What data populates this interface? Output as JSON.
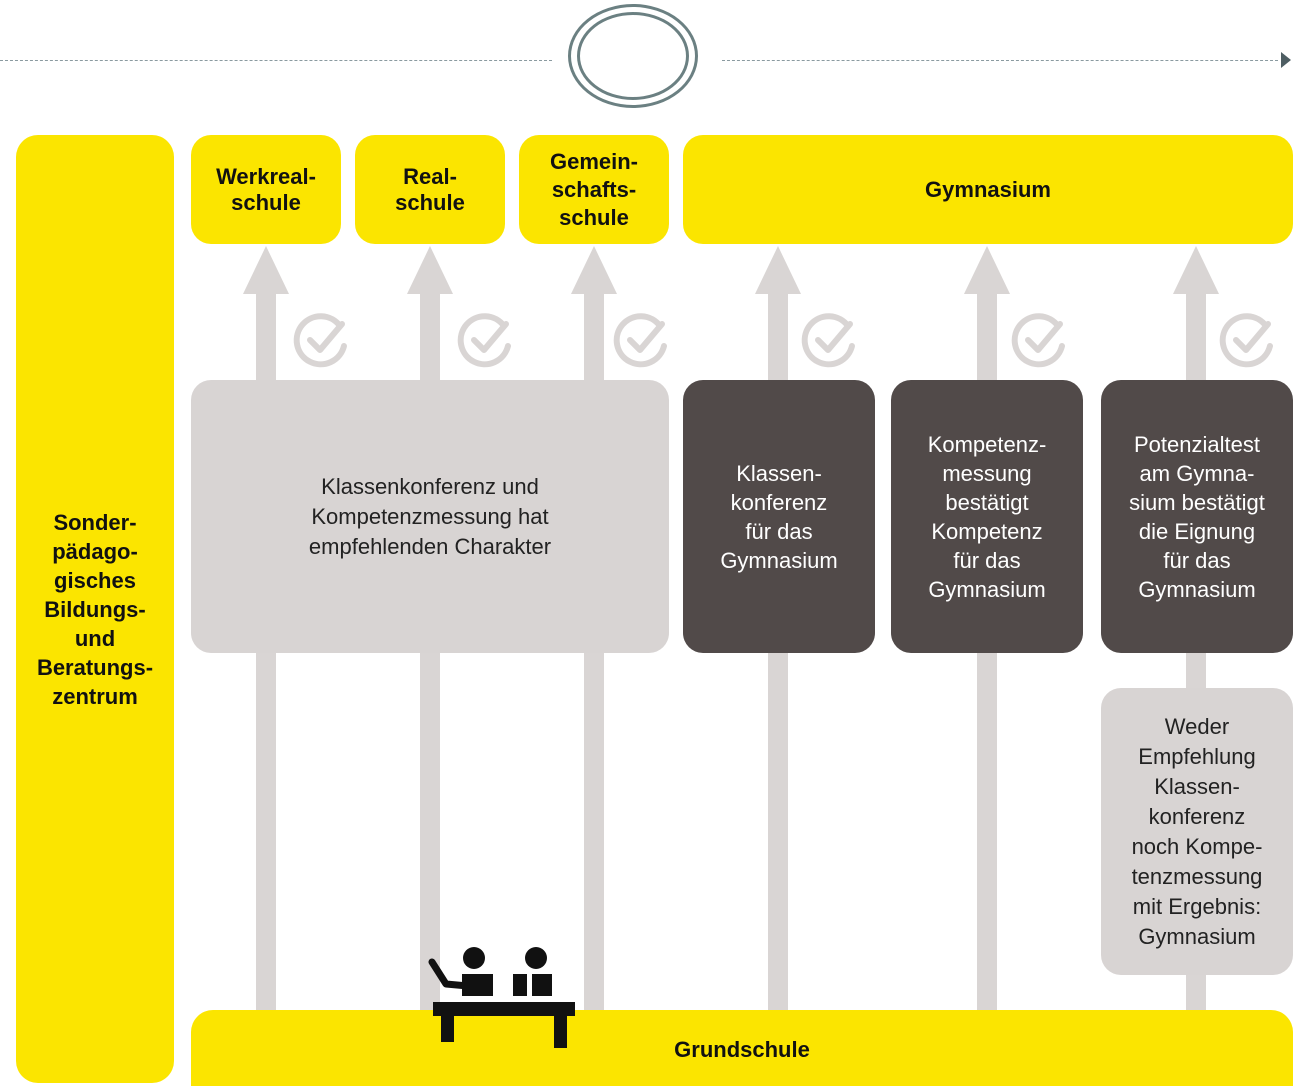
{
  "colors": {
    "yellow": "#fbe500",
    "light_grey": "#d8d4d3",
    "dark_grey": "#514a49",
    "rail": "#d9d5d4"
  },
  "header": {
    "ornament": "double-ring-ornament",
    "end_marker": "triangle-marker-icon"
  },
  "side": {
    "label": "Sonder-\npädago-\ngisches\nBildungs-\nund\nBeratungs-\nzentrum"
  },
  "schools": {
    "werkreal": "Werkreal-\nschule",
    "real": "Real-\nschule",
    "gemeinschaft": "Gemein-\nschafts-\nschule",
    "gymnasium": "Gymnasium"
  },
  "boxes": {
    "recommendation": "Klassenkonferenz und\nKompetenzmessung hat\nempfehlenden Charakter",
    "class_conference": "Klassen-\nkonferenz\nfür das\nGymnasium",
    "competence": "Kompetenz-\nmessung\nbestätigt\nKompetenz\nfür das\nGymnasium",
    "potential_test": "Potenzialtest\nam Gymna-\nsium bestätigt\ndie Eignung\nfür das\nGymnasium",
    "neither": "Weder\nEmpfehlung\nKlassen-\nkonferenz\nnoch Kompe-\ntenzmessung\nmit Ergebnis:\nGymnasium"
  },
  "bottom": {
    "label": "Grundschule",
    "icon": "classroom-pictogram-icon"
  },
  "icons": {
    "check": "check-circle-icon"
  }
}
